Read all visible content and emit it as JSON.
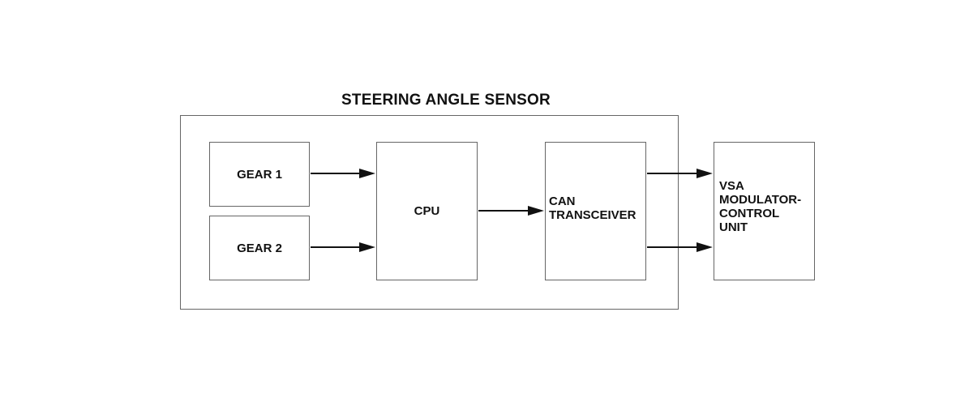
{
  "diagram": {
    "title": "STEERING ANGLE SENSOR",
    "gear1": "GEAR 1",
    "gear2": "GEAR 2",
    "cpu": "CPU",
    "can_lines": [
      "CAN",
      "TRANSCEIVER"
    ],
    "vsa_lines": [
      "VSA",
      "MODULATOR-",
      "CONTROL",
      "UNIT"
    ]
  }
}
